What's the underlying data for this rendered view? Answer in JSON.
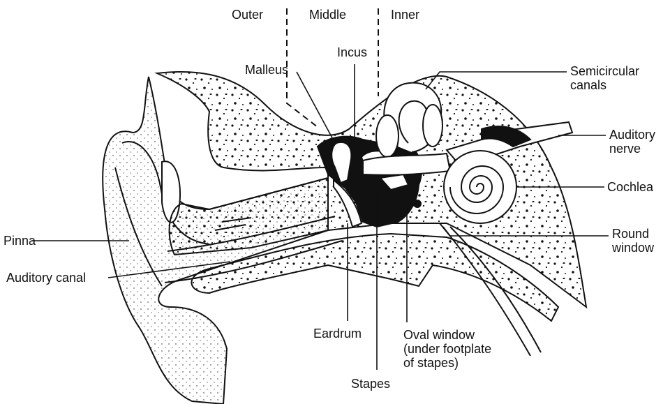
{
  "regions": {
    "outer": "Outer",
    "middle": "Middle",
    "inner": "Inner"
  },
  "labels": {
    "malleus": "Malleus",
    "incus": "Incus",
    "semicircular_canals": [
      "Semicircular",
      "canals"
    ],
    "auditory_nerve": [
      "Auditory",
      "nerve"
    ],
    "cochlea": "Cochlea",
    "round_window": [
      "Round",
      "window"
    ],
    "pinna": "Pinna",
    "auditory_canal": "Auditory canal",
    "eardrum": "Eardrum",
    "oval_window": [
      "Oval window",
      "(under footplate",
      "of stapes)"
    ],
    "stapes": "Stapes"
  },
  "colors": {
    "ink": "#111111",
    "background": "#ffffff"
  }
}
